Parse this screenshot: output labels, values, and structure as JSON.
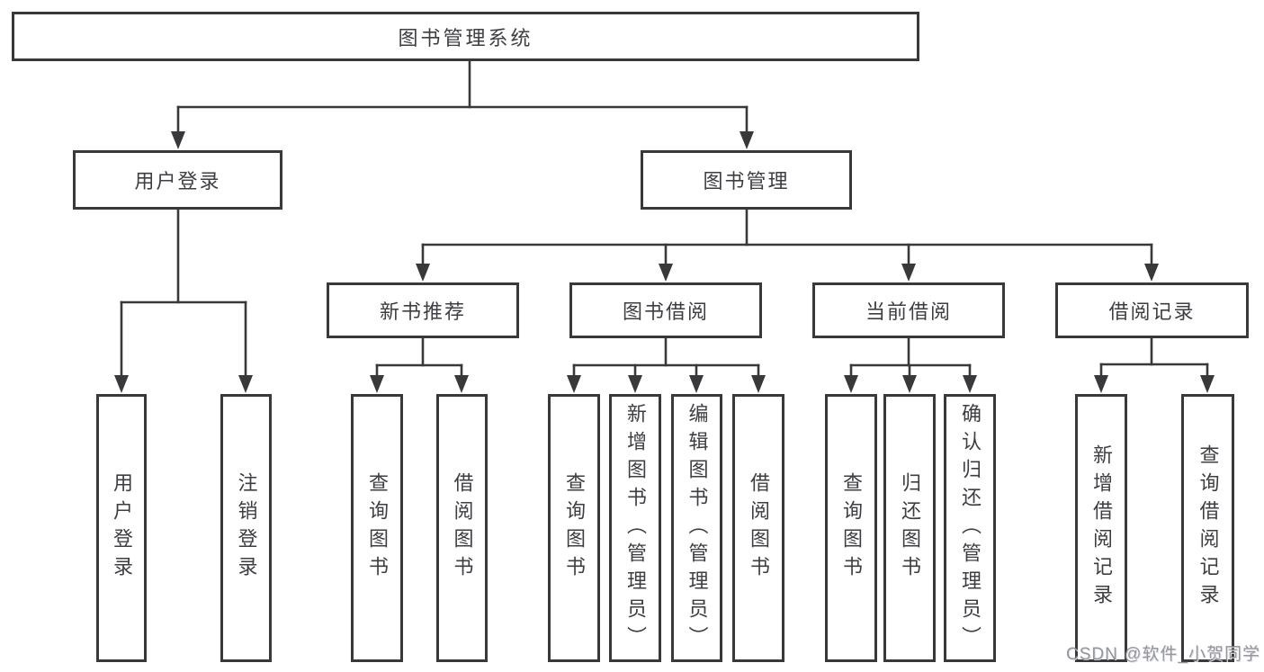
{
  "diagram": {
    "root_label": "图书管理系统",
    "branches": [
      {
        "label": "用户登录",
        "children": [
          {
            "label": "用户登录"
          },
          {
            "label": "注销登录"
          }
        ]
      },
      {
        "label": "图书管理",
        "children": [
          {
            "label": "新书推荐",
            "children": [
              {
                "label": "查询图书"
              },
              {
                "label": "借阅图书"
              }
            ]
          },
          {
            "label": "图书借阅",
            "children": [
              {
                "label": "查询图书"
              },
              {
                "label": "新增图书（管理员）"
              },
              {
                "label": "编辑图书（管理员）"
              },
              {
                "label": "借阅图书"
              }
            ]
          },
          {
            "label": "当前借阅",
            "children": [
              {
                "label": "查询图书"
              },
              {
                "label": "归还图书"
              },
              {
                "label": "确认归还（管理员）"
              }
            ]
          },
          {
            "label": "借阅记录",
            "children": [
              {
                "label": "新增借阅记录"
              },
              {
                "label": "查询借阅记录"
              }
            ]
          }
        ]
      }
    ]
  },
  "watermark": {
    "text": "CSDN @软件_小贺同学"
  },
  "style": {
    "line_color": "#39393b",
    "text_color": "#3e3e42",
    "background_color": "#ffffff",
    "watermark_color": "#7d8088"
  }
}
